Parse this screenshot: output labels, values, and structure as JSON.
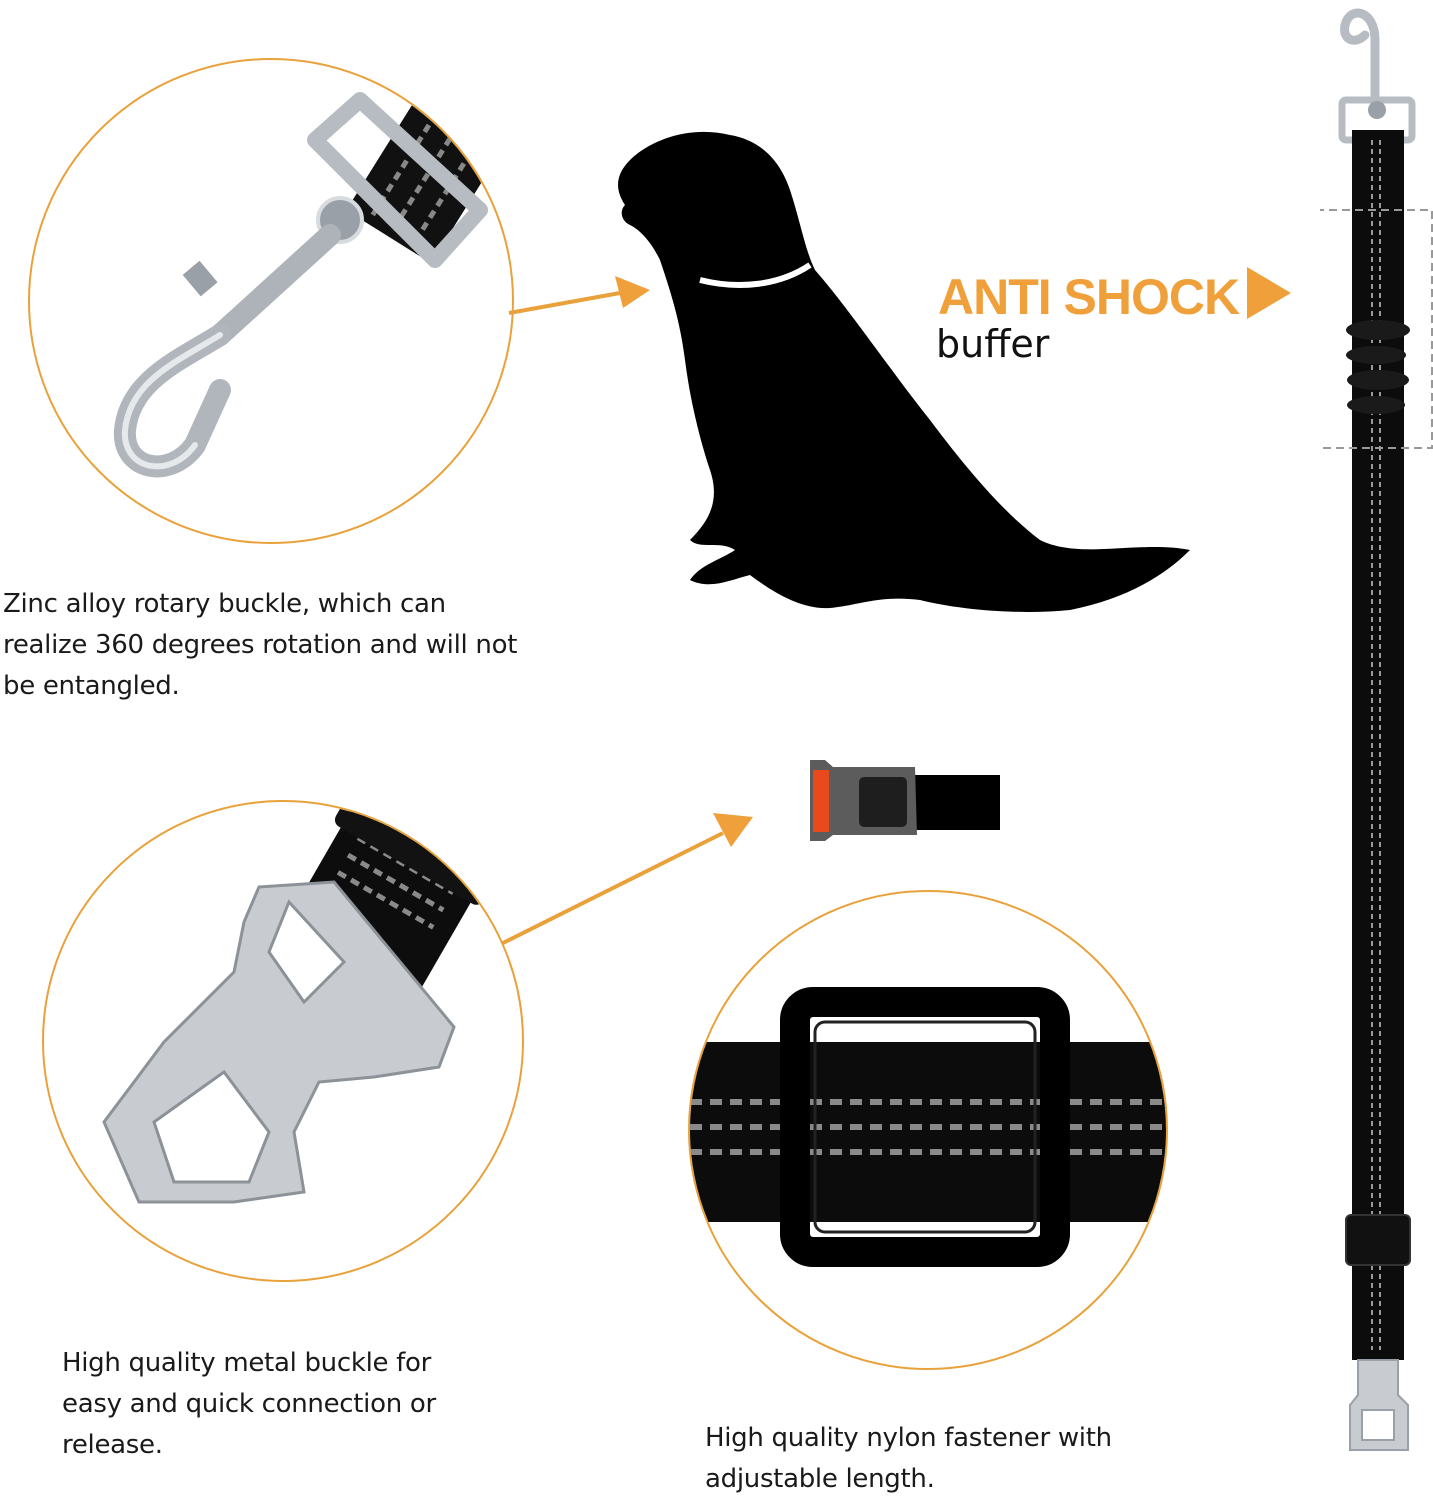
{
  "colors": {
    "accent": "#e9a23b",
    "arrow": "#f0a03a",
    "leash": "#0c0c0c",
    "reflective_stitch": "#9a9a9a",
    "metal": "#c8ccd0",
    "buckle_release": "#e8491d"
  },
  "feature_rotary_buckle": {
    "caption_lines": [
      "Zinc alloy rotary buckle, which can",
      "realize 360 degrees rotation and will not",
      "be entangled."
    ]
  },
  "feature_metal_buckle": {
    "caption_lines": [
      "High quality metal buckle for",
      "easy and quick connection or",
      "release."
    ]
  },
  "feature_nylon_fastener": {
    "caption_lines": [
      "High quality nylon fastener with",
      "adjustable length."
    ]
  },
  "anti_shock": {
    "title": "ANTI SHOCK",
    "subtitle": "buffer",
    "pointer_icon": "triangle-right-icon"
  },
  "illustrations": {
    "dog": "dog-silhouette",
    "collar": "collar-strap",
    "leash": "seat-belt-leash"
  }
}
